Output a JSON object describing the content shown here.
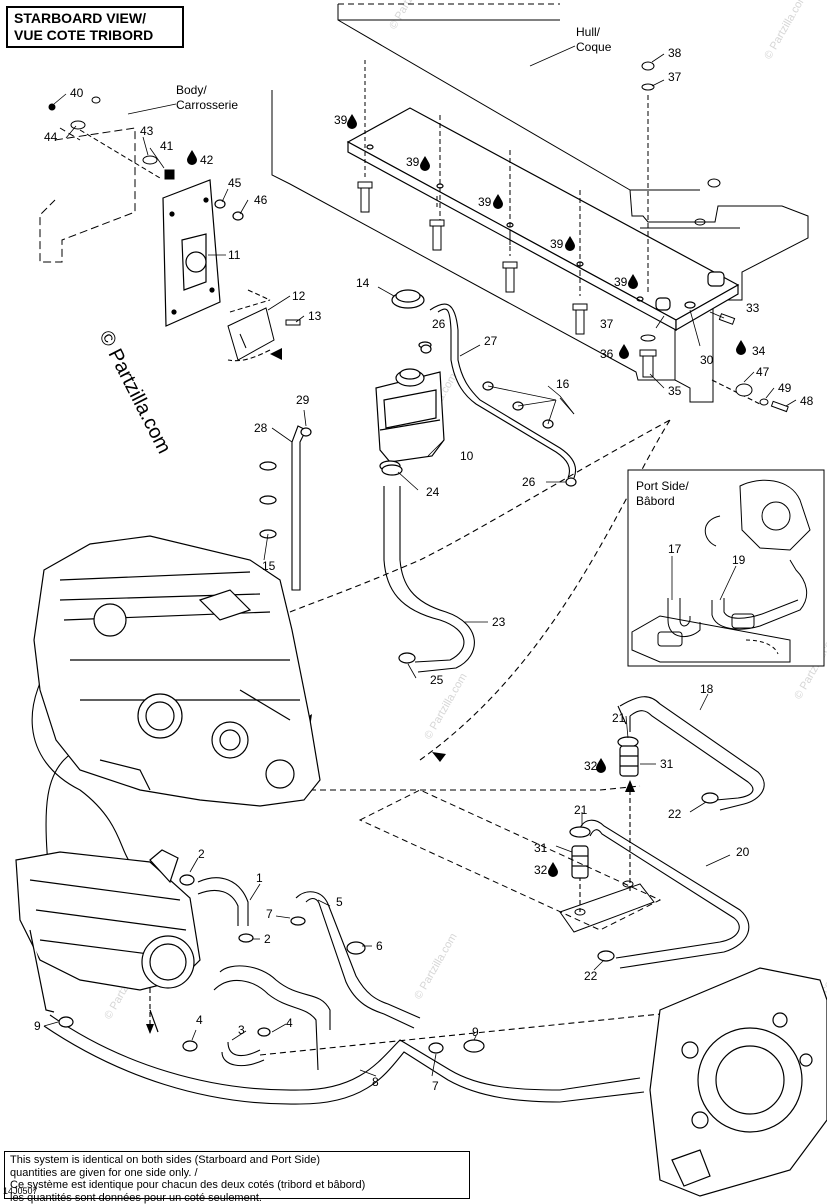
{
  "title": {
    "line1": "STARBOARD VIEW/",
    "line2": "VUE COTE TRIBORD"
  },
  "labels": {
    "hull_en": "Hull/",
    "hull_fr": "Coque",
    "body_en": "Body/",
    "body_fr": "Carrosserie",
    "port_en": "Port Side/",
    "port_fr": "Bâbord"
  },
  "watermark": "© Partzilla.com",
  "watermark_small": "© Partzilla.com",
  "part_numbers": [
    "1",
    "2",
    "2",
    "3",
    "4",
    "4",
    "5",
    "6",
    "7",
    "7",
    "8",
    "9",
    "9",
    "10",
    "11",
    "12",
    "13",
    "14",
    "15",
    "16",
    "17",
    "18",
    "19",
    "20",
    "21",
    "21",
    "22",
    "22",
    "23",
    "24",
    "25",
    "26",
    "26",
    "27",
    "28",
    "29",
    "30",
    "31",
    "31",
    "32",
    "32",
    "33",
    "34",
    "35",
    "36",
    "37",
    "37",
    "38",
    "39",
    "39",
    "39",
    "39",
    "39",
    "40",
    "41",
    "42",
    "43",
    "44",
    "45",
    "46",
    "47",
    "48",
    "49"
  ],
  "note": {
    "line1": "This system is identical on both sides (Starboard and Port Side)",
    "line2": "quantities are given for one side only. /",
    "line3": "Ce système est identique pour chacun des deux cotés (tribord et bâbord)",
    "line4": "les quantités sont données pour un coté seulement."
  },
  "diagram_code": "14J0507"
}
